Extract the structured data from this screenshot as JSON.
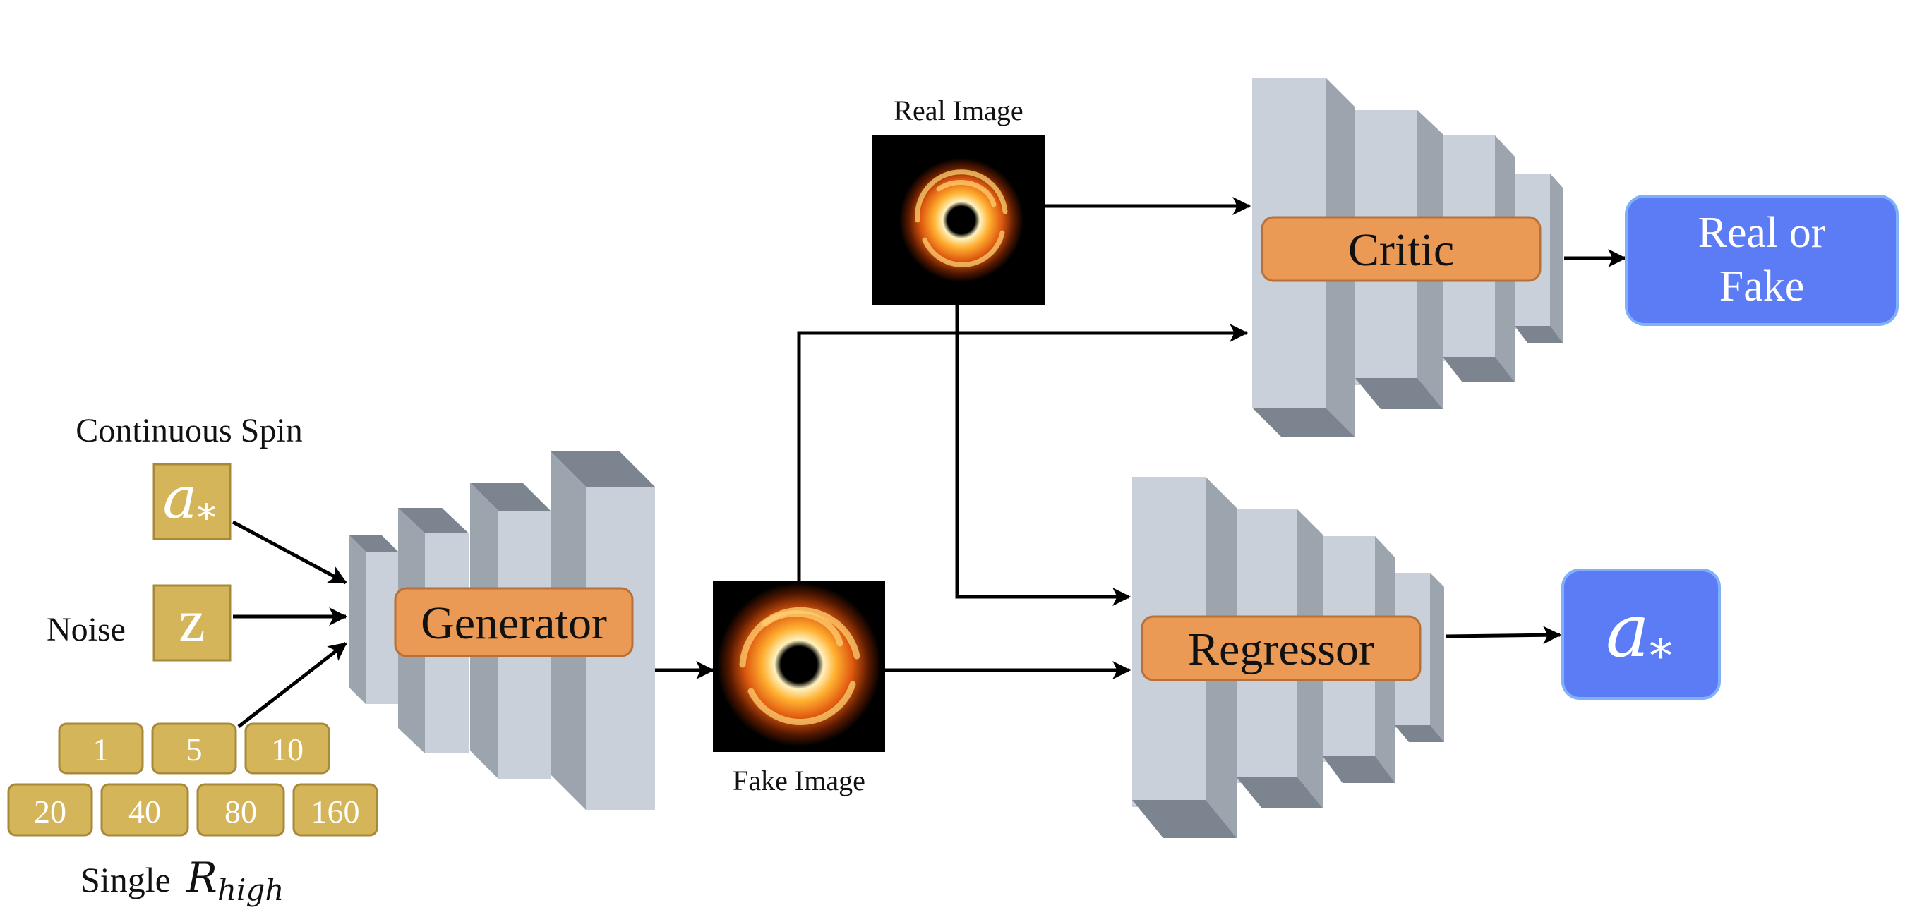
{
  "labels": {
    "continuous_spin": "Continuous Spin",
    "noise": "Noise",
    "single_prefix": "Single",
    "r_high_main": "R",
    "r_high_sub": "high",
    "real_image": "Real Image",
    "fake_image": "Fake Image"
  },
  "inputs": {
    "spin_symbol_main": "a",
    "spin_symbol_sub": "*",
    "noise_symbol": "z"
  },
  "r_high_values": {
    "row1": [
      "1",
      "5",
      "10"
    ],
    "row2": [
      "20",
      "40",
      "80",
      "160"
    ]
  },
  "networks": {
    "generator": "Generator",
    "critic": "Critic",
    "regressor": "Regressor"
  },
  "outputs": {
    "real_or_fake_line1": "Real or",
    "real_or_fake_line2": "Fake",
    "spin_out_main": "a",
    "spin_out_sub": "*"
  },
  "colors": {
    "gold_fill": "#D4B55A",
    "gold_stroke": "#A8893A",
    "net_label_fill": "#EA9A55",
    "net_label_stroke": "#B8703A",
    "output_fill": "#5B7CF5",
    "output_stroke": "#7FB0F8",
    "block_front": "#C9D0D9",
    "block_side": "#9CA4AE",
    "block_top": "#7C848F",
    "arrow": "#000000"
  },
  "icons": {
    "real_image": "black-hole-icon",
    "fake_image": "black-hole-icon"
  }
}
